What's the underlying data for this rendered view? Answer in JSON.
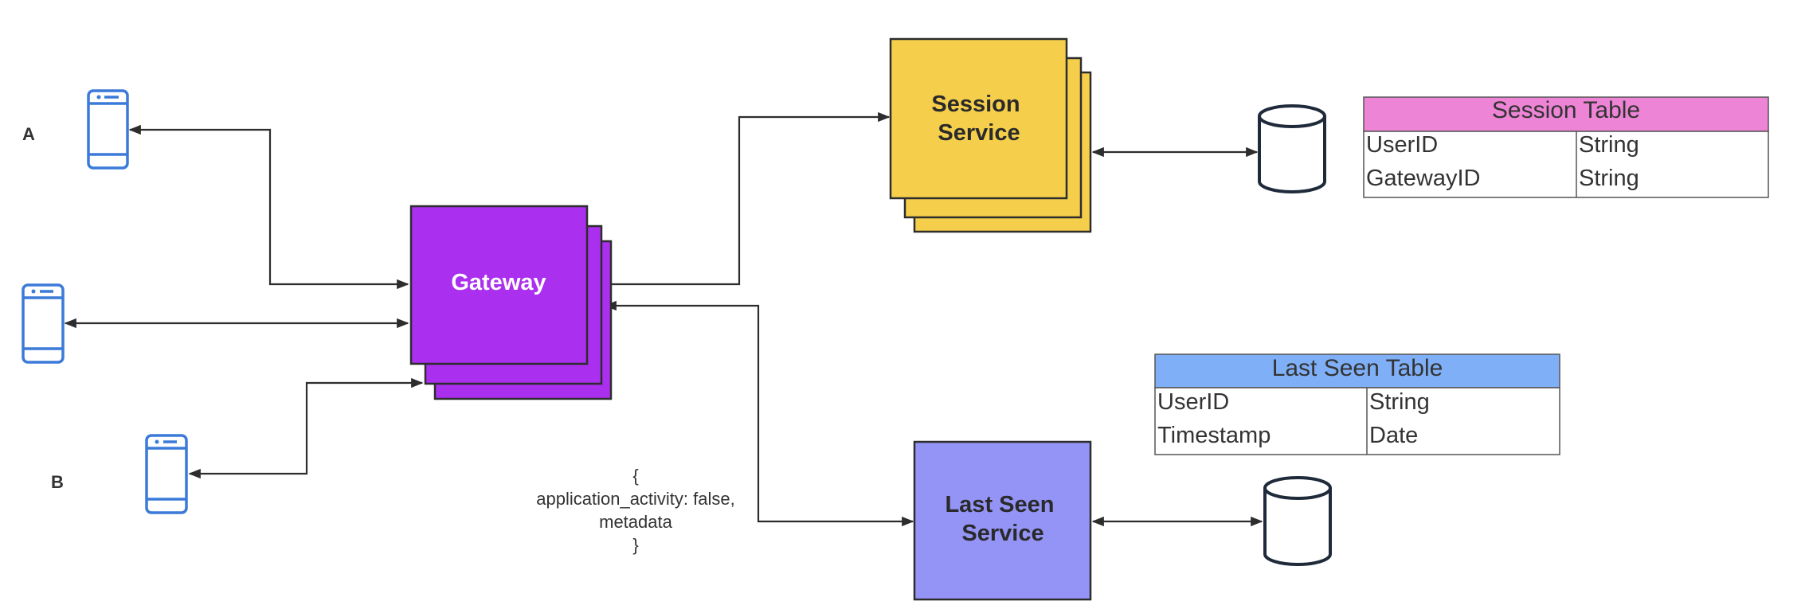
{
  "labels": {
    "client_a": "A",
    "client_b": "B"
  },
  "gateway": {
    "title": "Gateway"
  },
  "session_service": {
    "line1": "Session",
    "line2": "Service"
  },
  "last_seen_service": {
    "line1": "Last Seen",
    "line2": "Service"
  },
  "payload_note": {
    "line1": "{",
    "line2": "application_activity: false,",
    "line3": "metadata",
    "line4": "}"
  },
  "session_table": {
    "title": "Session Table",
    "rows": [
      {
        "field": "UserID",
        "type": "String"
      },
      {
        "field": "GatewayID",
        "type": "String"
      }
    ]
  },
  "last_seen_table": {
    "title": "Last Seen Table",
    "rows": [
      {
        "field": "UserID",
        "type": "String"
      },
      {
        "field": "Timestamp",
        "type": "Date"
      }
    ]
  },
  "colors": {
    "gateway": "#aa2fee",
    "session_service": "#f5cf4b",
    "last_seen_service": "#9494f7",
    "session_table_header": "#ee84d6",
    "last_seen_table_header": "#7fb0f7",
    "phone": "#3b7ad9",
    "line": "#2d2d2d",
    "database": "#1f2a3a"
  }
}
